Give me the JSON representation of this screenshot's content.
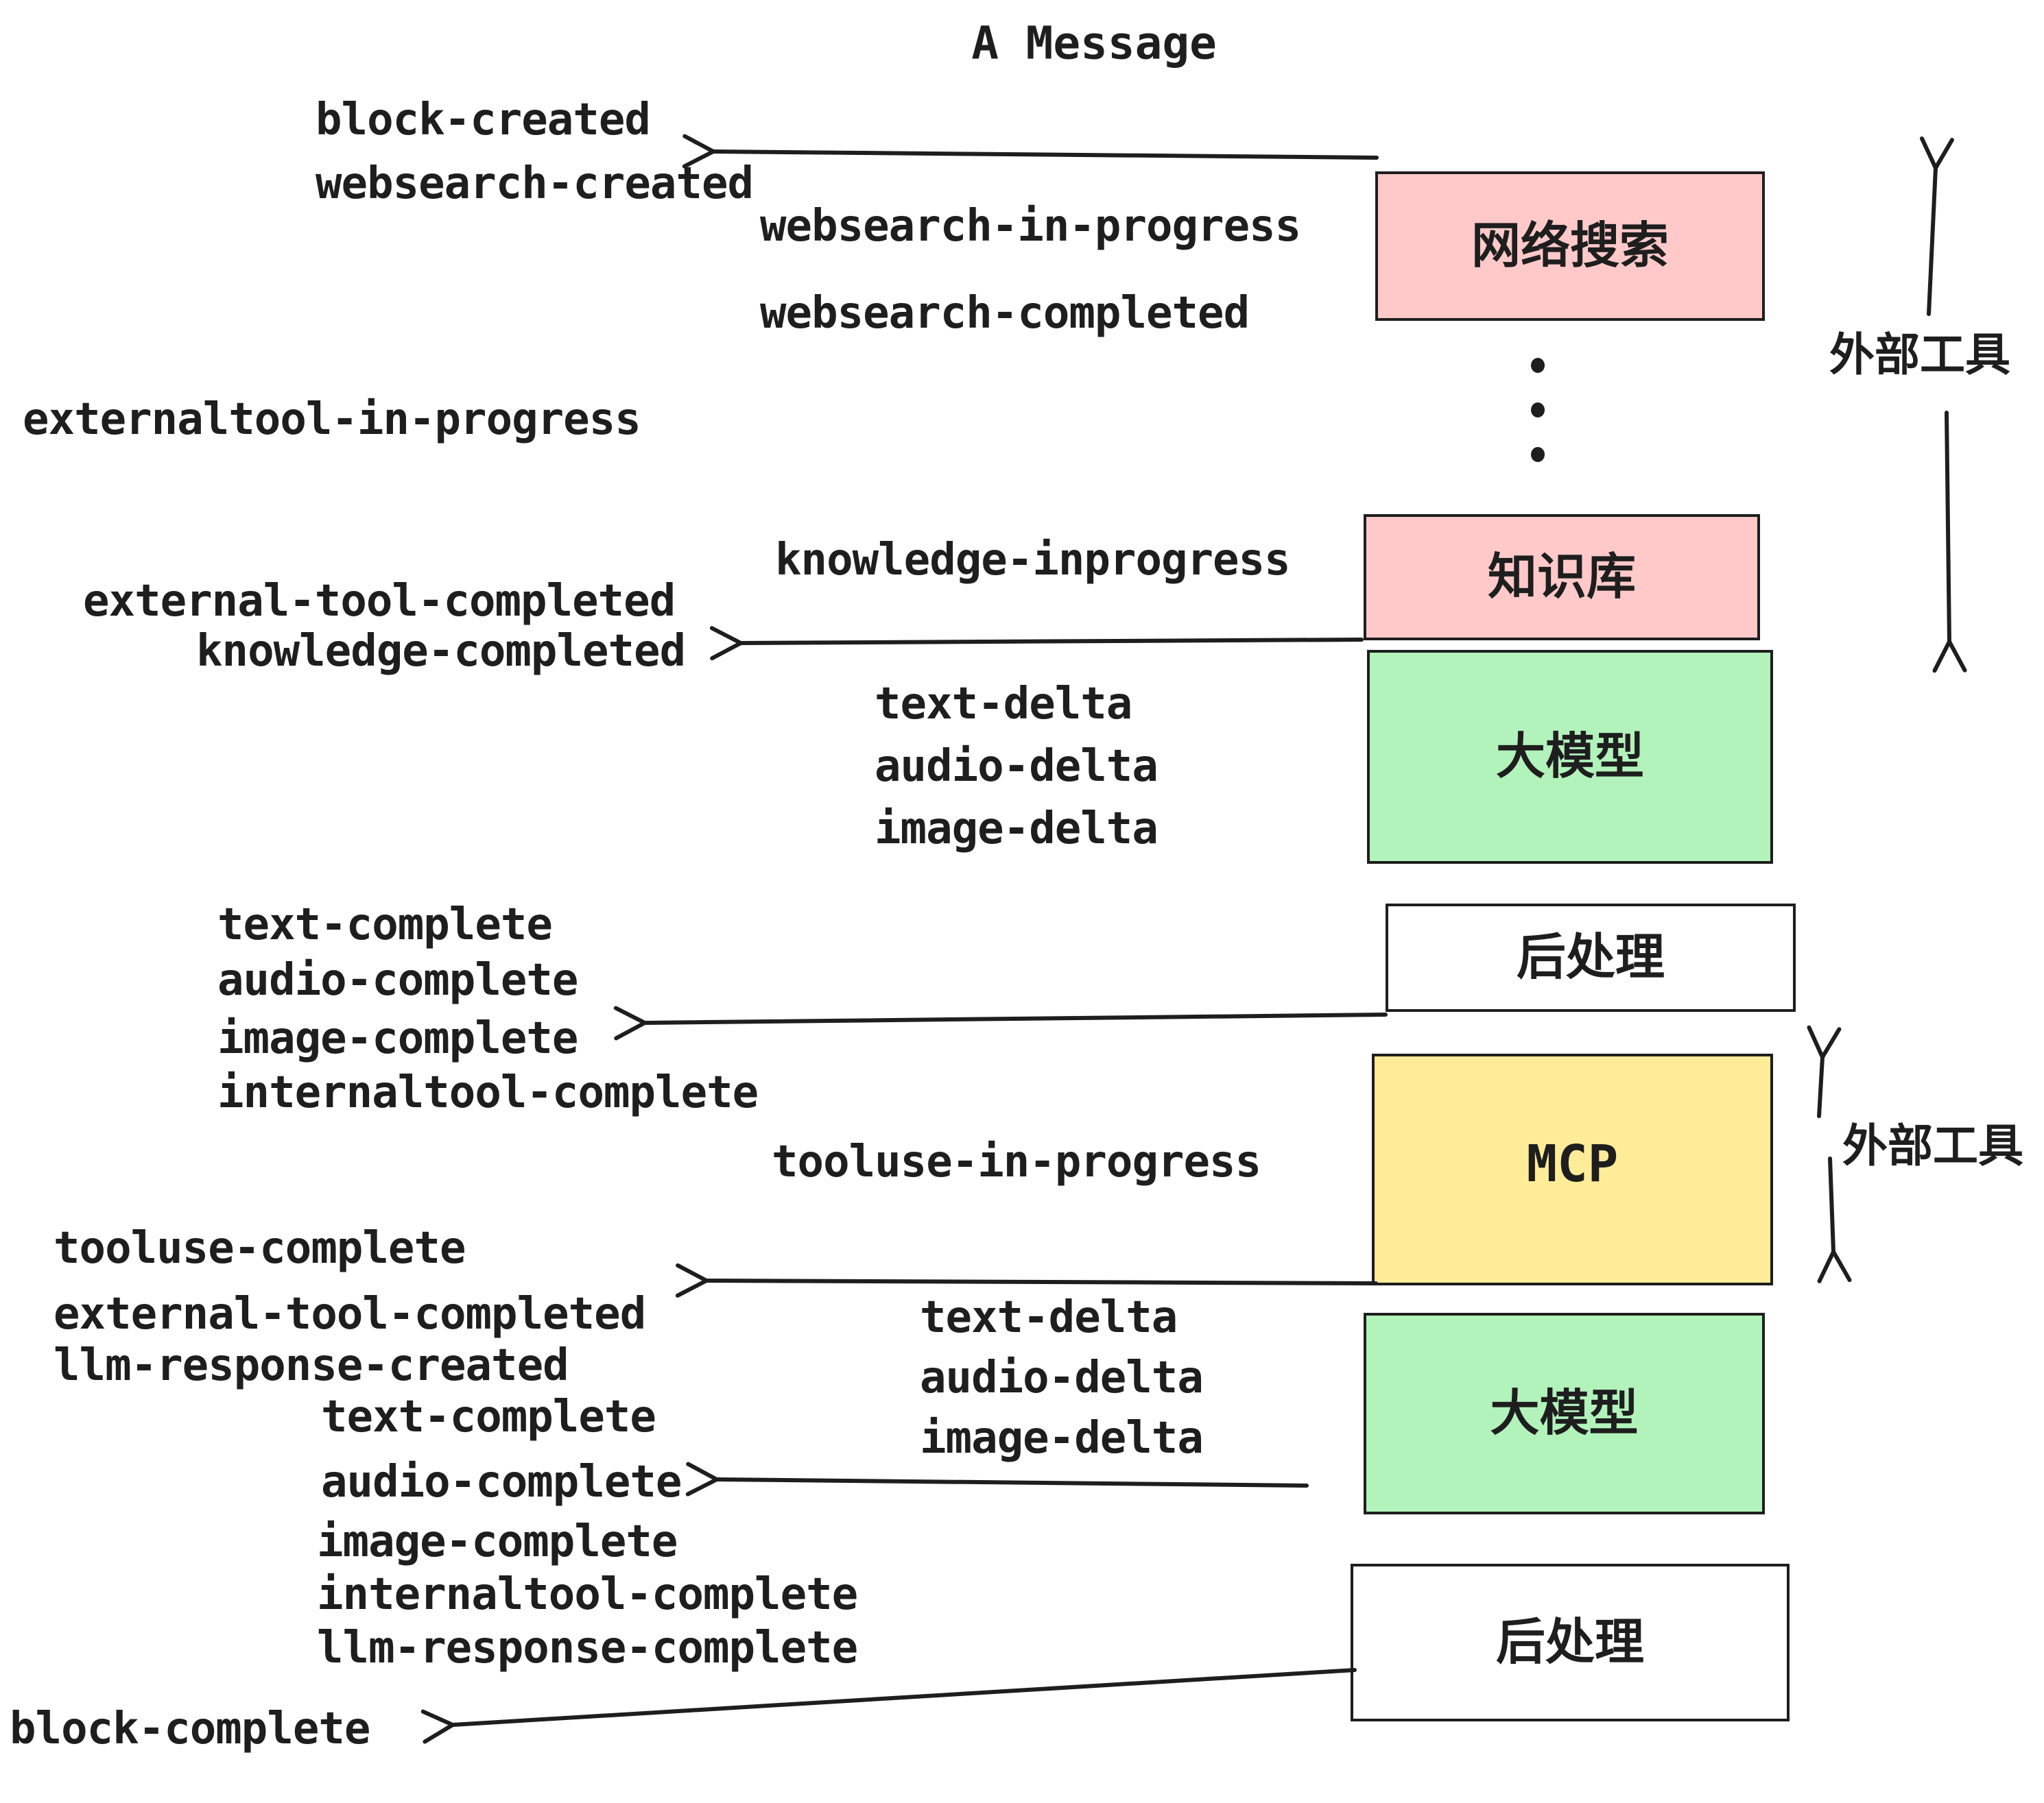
{
  "title": "A Message",
  "colors": {
    "pink": "#ffc9c9",
    "green": "#b2f2bb",
    "yellow": "#ffec99",
    "white": "#ffffff",
    "stroke": "#1e1e1e"
  },
  "boxes": {
    "websearch": {
      "label": "网络搜索",
      "color": "pink"
    },
    "knowledge": {
      "label": "知识库",
      "color": "pink"
    },
    "llm1": {
      "label": "大模型",
      "color": "green"
    },
    "post1": {
      "label": "后处理",
      "color": "white"
    },
    "mcp": {
      "label": "MCP",
      "color": "yellow"
    },
    "llm2": {
      "label": "大模型",
      "color": "green"
    },
    "post2": {
      "label": "后处理",
      "color": "white"
    }
  },
  "side_labels": {
    "external_tools_top": "外部工具",
    "external_tools_mid": "外部工具"
  },
  "events": {
    "block_created": "block-created",
    "websearch_created": "websearch-created",
    "websearch_in_progress": "websearch-in-progress",
    "websearch_completed": "websearch-completed",
    "externaltool_in_progress": "externaltool-in-progress",
    "knowledge_inprogress": "knowledge-inprogress",
    "external_tool_completed_1": "external-tool-completed",
    "knowledge_completed": "knowledge-completed",
    "text_delta_1": "text-delta",
    "audio_delta_1": "audio-delta",
    "image_delta_1": "image-delta",
    "text_complete_1": "text-complete",
    "audio_complete_1": "audio-complete",
    "image_complete_1": "image-complete",
    "internaltool_complete_1": "internaltool-complete",
    "tooluse_in_progress": "tooluse-in-progress",
    "tooluse_complete": "tooluse-complete",
    "external_tool_completed_2": "external-tool-completed",
    "llm_response_created": "llm-response-created",
    "text_complete_2": "text-complete",
    "audio_complete_2": "audio-complete",
    "image_complete_2": "image-complete",
    "internaltool_complete_2": "internaltool-complete",
    "llm_response_complete": "llm-response-complete",
    "block_complete": "block-complete"
  }
}
